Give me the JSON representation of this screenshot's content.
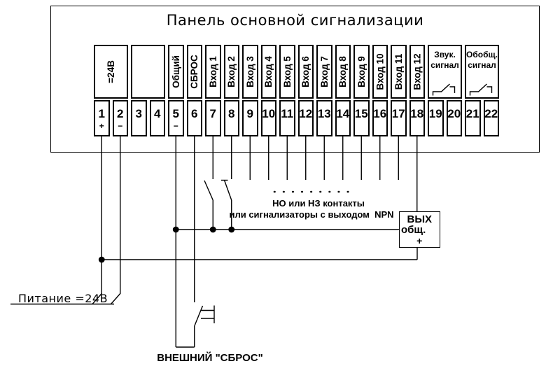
{
  "panel": {
    "title": "Панель основной сигнализации"
  },
  "terminals": {
    "headers": [
      {
        "label": "=24В"
      },
      {
        "label": ""
      },
      {
        "label": "Общий"
      },
      {
        "label": "СБРОС"
      },
      {
        "label": "Вход 1"
      },
      {
        "label": "Вход 2"
      },
      {
        "label": "Вход 3"
      },
      {
        "label": "Вход 4"
      },
      {
        "label": "Вход 5"
      },
      {
        "label": "Вход 6"
      },
      {
        "label": "Вход 7"
      },
      {
        "label": "Вход 8"
      },
      {
        "label": "Вход 9"
      },
      {
        "label": "Вход 10"
      },
      {
        "label": "Вход 11"
      },
      {
        "label": "Вход 12"
      },
      {
        "line1": "Звук.",
        "line2": "сигнал"
      },
      {
        "line1": "Обобщ.",
        "line2": "сигнал"
      }
    ],
    "numbers": [
      {
        "n": "1",
        "sign": "+"
      },
      {
        "n": "2",
        "sign": "−"
      },
      {
        "n": "3",
        "sign": ""
      },
      {
        "n": "4",
        "sign": ""
      },
      {
        "n": "5",
        "sign": "−"
      },
      {
        "n": "6",
        "sign": ""
      },
      {
        "n": "7",
        "sign": ""
      },
      {
        "n": "8",
        "sign": ""
      },
      {
        "n": "9",
        "sign": ""
      },
      {
        "n": "10",
        "sign": ""
      },
      {
        "n": "11",
        "sign": ""
      },
      {
        "n": "12",
        "sign": ""
      },
      {
        "n": "13",
        "sign": ""
      },
      {
        "n": "14",
        "sign": ""
      },
      {
        "n": "15",
        "sign": ""
      },
      {
        "n": "16",
        "sign": ""
      },
      {
        "n": "17",
        "sign": ""
      },
      {
        "n": "18",
        "sign": ""
      },
      {
        "n": "19",
        "sign": ""
      },
      {
        "n": "20",
        "sign": ""
      },
      {
        "n": "21",
        "sign": ""
      },
      {
        "n": "22",
        "sign": ""
      }
    ]
  },
  "output_box": {
    "line1": "ВЫХ",
    "line2": "общ.",
    "line3": "+"
  },
  "annotations": {
    "contacts_note_line1": "НО или НЗ контакты",
    "contacts_note_line2": "или сигнализаторы с выходом  NPN",
    "power_label": "Питание =24В",
    "reset_label": "ВНЕШНИЙ \"СБРОС\""
  },
  "colors": {
    "line": "#000000",
    "background": "#ffffff"
  }
}
